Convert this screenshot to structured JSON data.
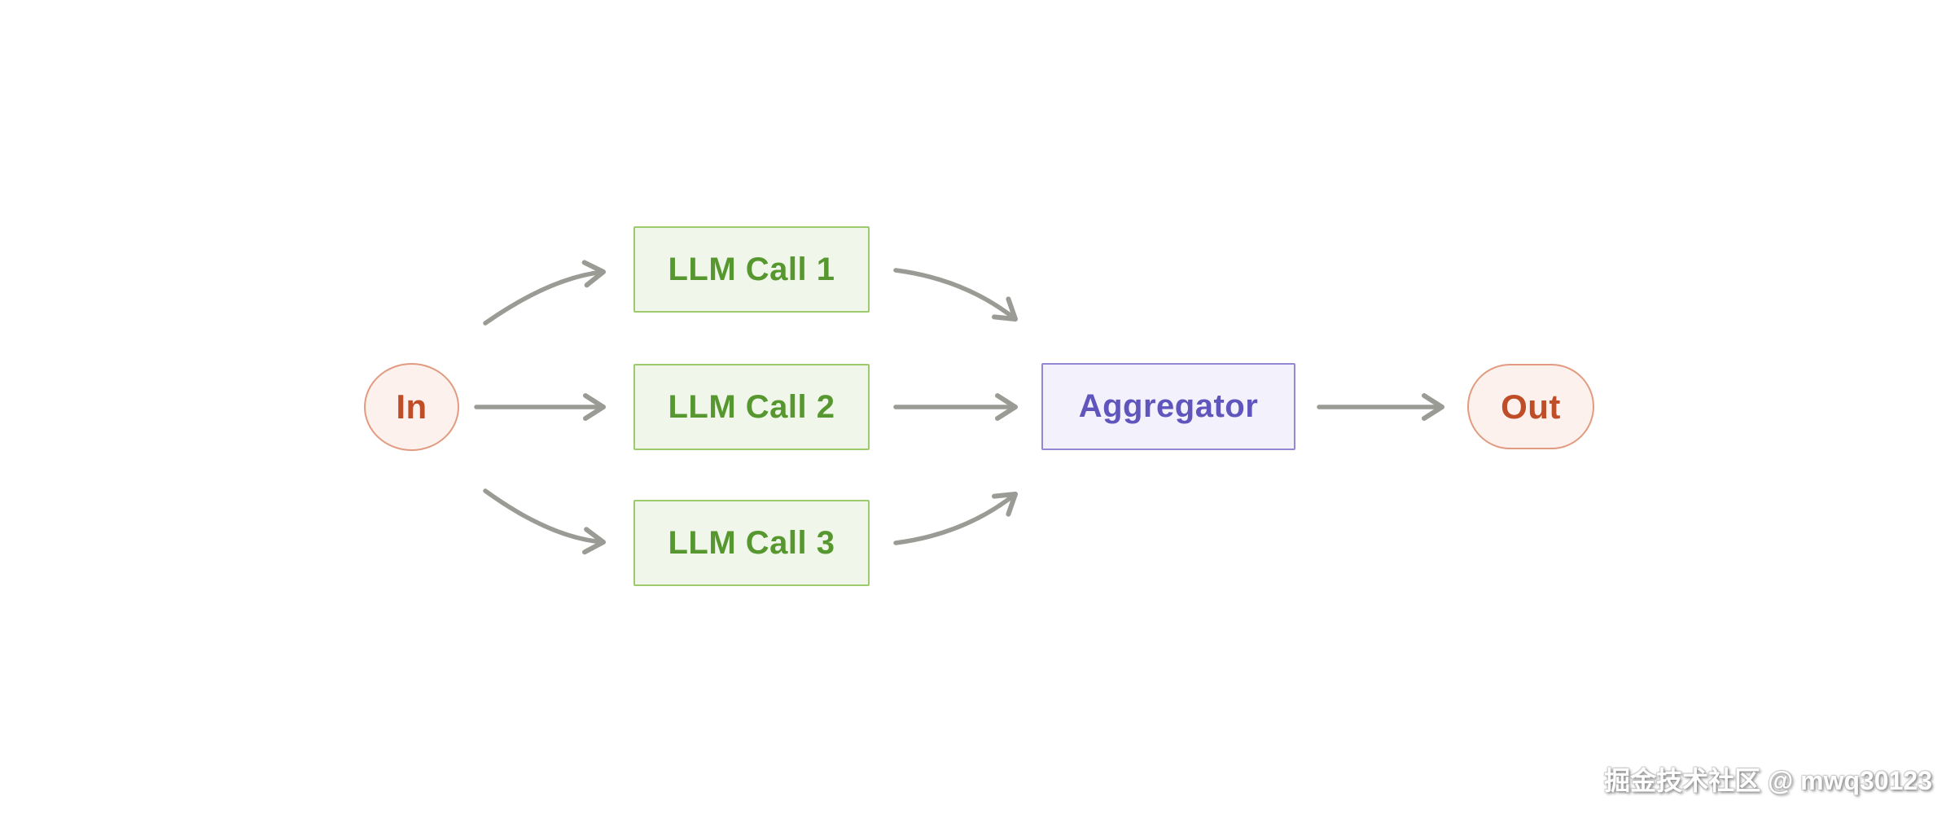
{
  "diagram": {
    "type": "workflow-diagram",
    "nodes": {
      "input": {
        "label": "In"
      },
      "llm_calls": [
        {
          "label": "LLM Call 1"
        },
        {
          "label": "LLM Call 2"
        },
        {
          "label": "LLM Call 3"
        }
      ],
      "aggregator": {
        "label": "Aggregator"
      },
      "output": {
        "label": "Out"
      }
    },
    "edges": [
      {
        "from": "In",
        "to": "LLM Call 1"
      },
      {
        "from": "In",
        "to": "LLM Call 2"
      },
      {
        "from": "In",
        "to": "LLM Call 3"
      },
      {
        "from": "LLM Call 1",
        "to": "Aggregator"
      },
      {
        "from": "LLM Call 2",
        "to": "Aggregator"
      },
      {
        "from": "LLM Call 3",
        "to": "Aggregator"
      },
      {
        "from": "Aggregator",
        "to": "Out"
      }
    ],
    "colors": {
      "background": "#ffffff",
      "arrow": "#9b9b95",
      "llm_call_fill": "#f0f6e9",
      "llm_call_border": "#9cca6d",
      "llm_call_text": "#56982f",
      "aggregator_fill": "#f3f1fb",
      "aggregator_border": "#9288d4",
      "aggregator_text": "#5f55bd",
      "terminal_fill": "#fcf1ec",
      "terminal_border": "#e29b80",
      "terminal_text": "#bf4e28"
    }
  },
  "watermark": {
    "text": "掘金技术社区 @ mwq30123"
  }
}
